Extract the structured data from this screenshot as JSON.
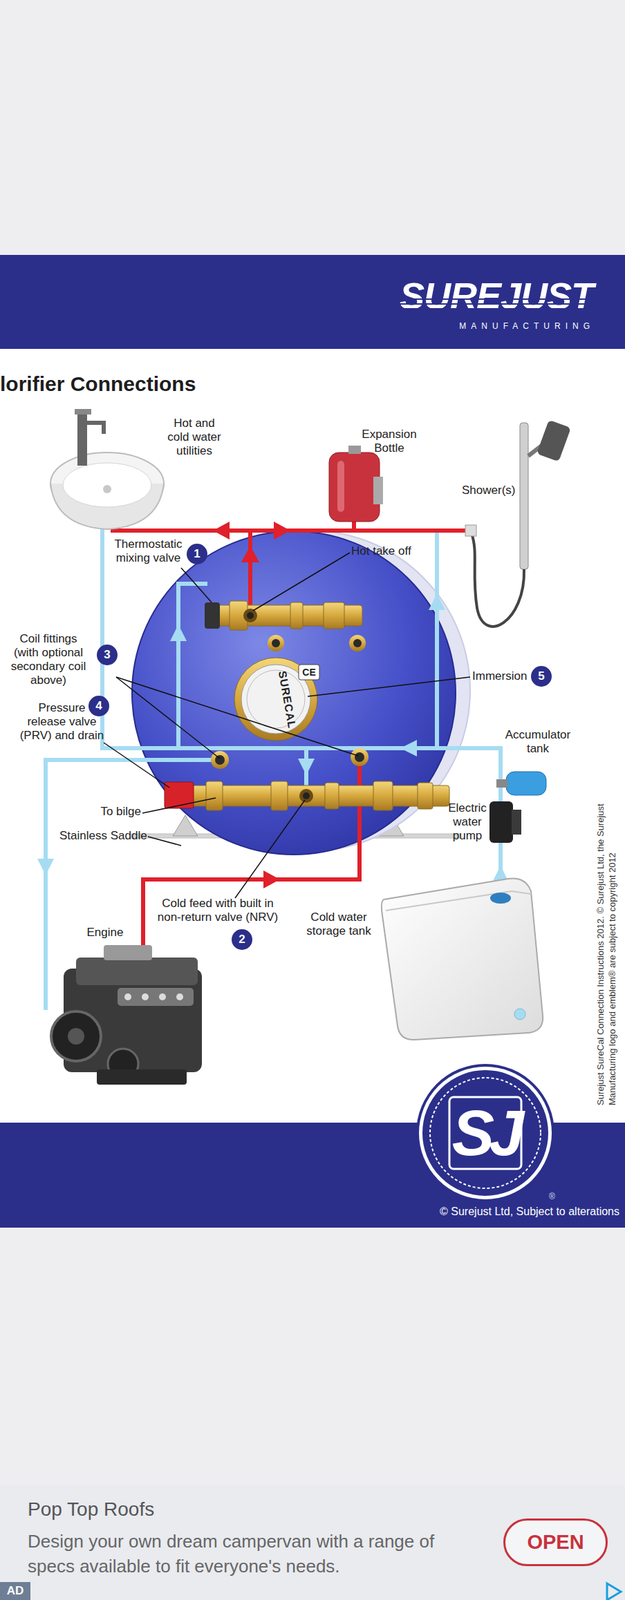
{
  "diagram": {
    "title": "lorifier Connections",
    "nodes": [
      {
        "text": [
          "SUREJUST",
          "MANUFACTURING"
        ]
      },
      {
        "text": [
          "1"
        ]
      },
      {
        "text": [
          "2"
        ]
      },
      {
        "text": [
          "3"
        ]
      },
      {
        "text": [
          "4"
        ]
      },
      {
        "text": [
          "5"
        ]
      },
      {
        "text": [
          "© Surejust Ltd, Subject to alterations"
        ]
      },
      {
        "text": [
          "SJ"
        ]
      },
      {
        "text": [
          "Pop Top Roofs",
          "Design your own dream campervan with a range of specs available to fit everyone's needs."
        ]
      },
      {
        "text": [
          "OPEN"
        ],
        "in": 8
      },
      {
        "text": [
          "AD"
        ],
        "in": 8
      }
    ],
    "labels": [
      "lorifier Connections",
      "Hot and cold water utilities",
      "Expansion Bottle",
      "Shower(s)",
      "Thermostatic mixing valve",
      "Hot take off",
      "Coil fittings (with optional secondary coil above)",
      "Pressure release valve (PRV) and drain",
      "Immersion",
      "Accumulator tank",
      "To bilge",
      "Electric water pump",
      "Stainless Saddle",
      "Cold feed with built in non-return valve (NRV)",
      "Cold water storage tank",
      "Engine",
      "SURECAL",
      "CE",
      "Surejust SureCal Connection Instructions 2012. © Surejust Ltd, the Surejust Manufacturing logo and emblem® are subject to copyright 2012",
      "®"
    ]
  }
}
